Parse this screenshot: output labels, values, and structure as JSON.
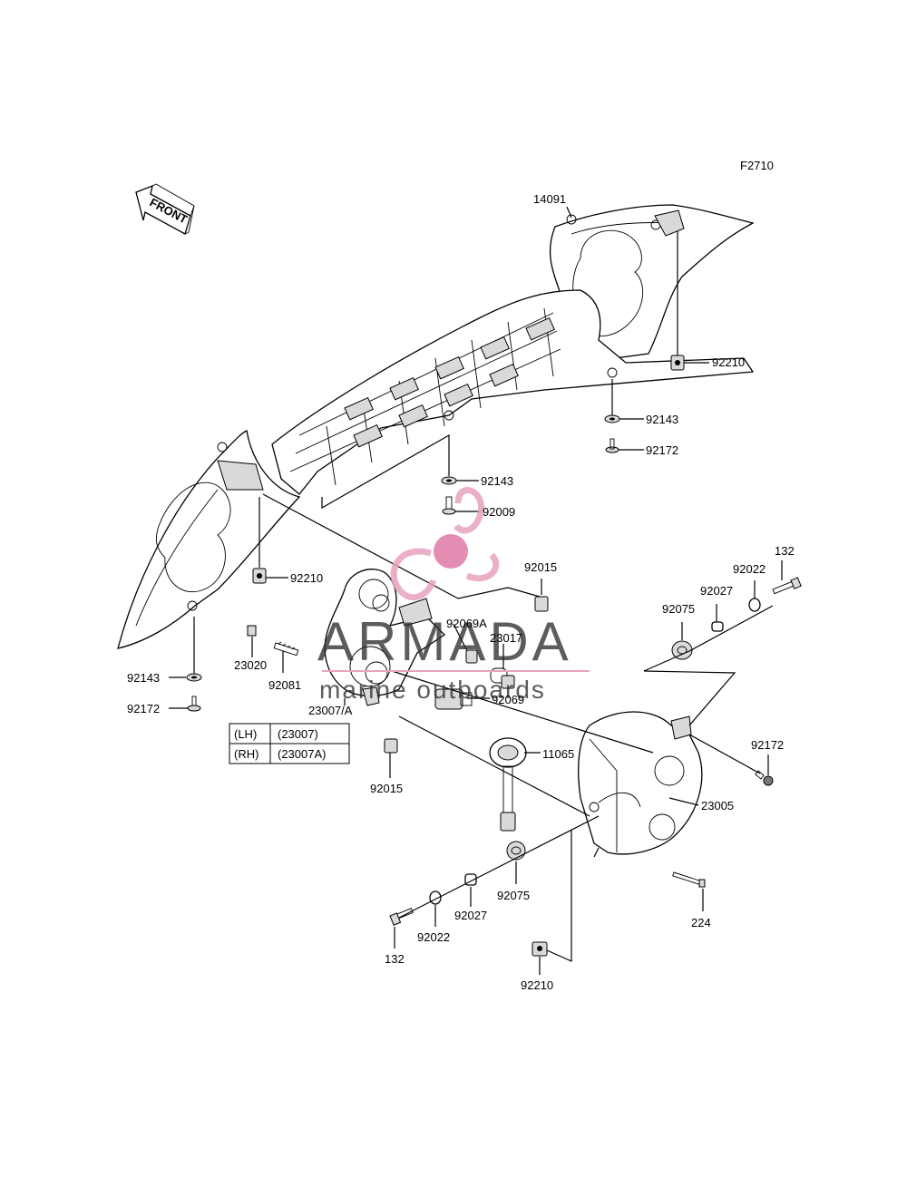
{
  "figure_code": "F2710",
  "front_label": "FRONT",
  "labels": [
    {
      "key": "p14091",
      "text": "14091"
    },
    {
      "key": "p92210_a",
      "text": "92210"
    },
    {
      "key": "p92143_a",
      "text": "92143"
    },
    {
      "key": "p92172_a",
      "text": "92172"
    },
    {
      "key": "p92143_b",
      "text": "92143"
    },
    {
      "key": "p92009",
      "text": "92009"
    },
    {
      "key": "p92210_b",
      "text": "92210"
    },
    {
      "key": "p92015_a",
      "text": "92015"
    },
    {
      "key": "p132_a",
      "text": "132"
    },
    {
      "key": "p92022_a",
      "text": "92022"
    },
    {
      "key": "p92027_a",
      "text": "92027"
    },
    {
      "key": "p92075_a",
      "text": "92075"
    },
    {
      "key": "p92069A",
      "text": "92069A"
    },
    {
      "key": "p23017",
      "text": "23017"
    },
    {
      "key": "p23020",
      "text": "23020"
    },
    {
      "key": "p92081",
      "text": "92081"
    },
    {
      "key": "p92069",
      "text": "92069"
    },
    {
      "key": "p23007A",
      "text": "23007/A"
    },
    {
      "key": "p11065",
      "text": "11065"
    },
    {
      "key": "p92143_c",
      "text": "92143"
    },
    {
      "key": "p92172_c",
      "text": "92172"
    },
    {
      "key": "p92172_b",
      "text": "92172"
    },
    {
      "key": "p23005",
      "text": "23005"
    },
    {
      "key": "p92015_b",
      "text": "92015"
    },
    {
      "key": "p92075_b",
      "text": "92075"
    },
    {
      "key": "p92027_b",
      "text": "92027"
    },
    {
      "key": "p224",
      "text": "224"
    },
    {
      "key": "p92022_b",
      "text": "92022"
    },
    {
      "key": "p132_b",
      "text": "132"
    },
    {
      "key": "p92210_c",
      "text": "92210"
    }
  ],
  "variant_table": [
    {
      "side": "(LH)",
      "part": "(23007)"
    },
    {
      "side": "(RH)",
      "part": "(23007A)"
    }
  ],
  "watermark": {
    "brand": "ARMADA",
    "tagline": "marine outboards",
    "logo_color": "#e8a3c0",
    "logo_center_color": "#e07aa6"
  }
}
